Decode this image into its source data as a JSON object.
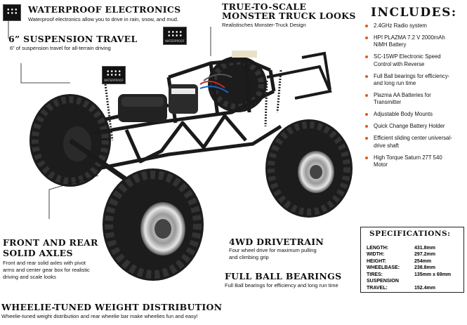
{
  "features": {
    "waterproof": {
      "title": "WATERPROOF ELECTRONICS",
      "desc": "Waterproof electronics allow you to drive in rain, snow, and mud."
    },
    "suspension": {
      "title": "6” SUSPENSION TRAVEL",
      "desc": "6” of suspension travel for all-terrain driving"
    },
    "truck_looks": {
      "title_line1": "TRUE-TO-SCALE",
      "title_line2": "MONSTER TRUCK LOOKS",
      "desc": "Realistisches Monster-Truck Design"
    },
    "axles": {
      "title_line1": "FRONT AND REAR",
      "title_line2": "SOLID AXLES",
      "desc_line1": "Front and rear solid axles with pivot",
      "desc_line2": "arms and center gear box for realistic",
      "desc_line3": "driving and scale looks"
    },
    "drivetrain": {
      "title": "4WD DRIVETRAIN",
      "desc_line1": "Four wheel drive for maximum pulling",
      "desc_line2": "and climbing grip"
    },
    "bearings": {
      "title": "FULL BALL BEARINGS",
      "desc": "Full Ball bearings for efficiency and long run time"
    },
    "wheelie": {
      "title": "WHEELIE-TUNED WEIGHT DISTRIBUTION",
      "desc": "Wheelie-tuned weight distribution and rear wheelie bar make wheelies fun and easy!"
    }
  },
  "badge_caption": "WATERPROOF",
  "includes": {
    "title": "INCLUDES:",
    "items": [
      {
        "line1": "2.4GHz Radio system",
        "line2": ""
      },
      {
        "line1": "HPI PLAZMA 7.2 V 2000mAh",
        "line2": "NiMH Battery"
      },
      {
        "line1": "SC-15WP Electronic Speed",
        "line2": "Control with Reverse"
      },
      {
        "line1": "Full Ball bearings for efficiency-",
        "line2": "and long run time"
      },
      {
        "line1": "Plazma AA Batteries for",
        "line2": "Transmitter"
      },
      {
        "line1": "Adjustable Body Mounts",
        "line2": ""
      },
      {
        "line1": "Quick Change Battery Holder",
        "line2": ""
      },
      {
        "line1": "Efficient sliding center universal-",
        "line2": "drive shaft"
      },
      {
        "line1": "High Torque Saturn 27T 540",
        "line2": "Motor"
      }
    ]
  },
  "specifications": {
    "title": "SPECIFICATIONS:",
    "rows": [
      {
        "key": "LENGTH:",
        "value": "431.8mm"
      },
      {
        "key": "WIDTH:",
        "value": "297.2mm"
      },
      {
        "key": "HEIGHT:",
        "value": "254mm"
      },
      {
        "key": "WHEELBASE:",
        "value": "238.8mm"
      },
      {
        "key": "TIRES:",
        "value": "135mm x 69mm"
      },
      {
        "key": "SUSPENSION",
        "value": ""
      },
      {
        "key": "TRAVEL:",
        "value": "152.4mm"
      }
    ]
  },
  "colors": {
    "accent_bullet": "#e05a1a",
    "text": "#111111",
    "chassis": "#1a1a1a"
  }
}
